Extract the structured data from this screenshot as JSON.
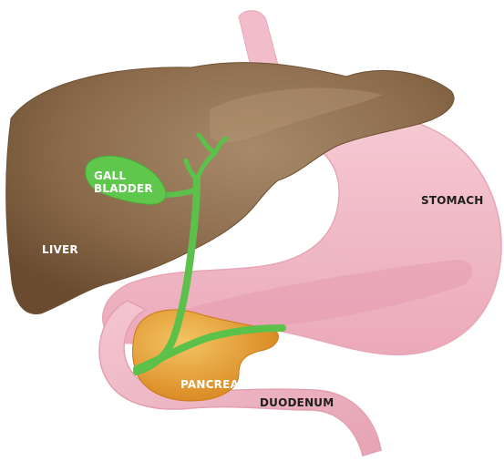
{
  "labels": {
    "gall_line1": "GALL",
    "gall_line2": "BLADDER",
    "liver": "LIVER",
    "stomach": "STOMACH",
    "pancreas": "PANCREAS",
    "duodenum": "DUODENUM"
  },
  "colors": {
    "liver": "#8a6a4a",
    "liver_dark": "#6b4c30",
    "stomach": "#f0b7c4",
    "stomach_inner": "#e9a1b3",
    "bile_duct": "#5cc14a",
    "pancreas": "#e39a2e",
    "gall_bladder": "#5fc84c"
  }
}
